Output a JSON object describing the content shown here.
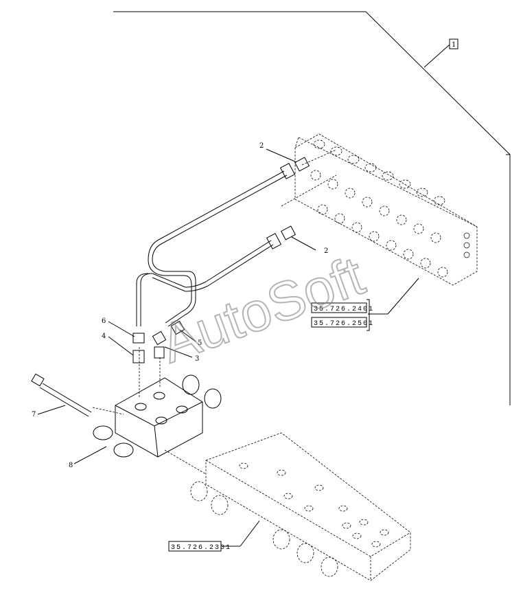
{
  "callouts": {
    "c1": "1",
    "c2a": "2",
    "c2b": "2",
    "c3": "3",
    "c4": "4",
    "c5": "5",
    "c6": "6",
    "c7": "7",
    "c8": "8"
  },
  "references": {
    "ref_top": "35.726.2401",
    "ref_mid": "35.726.2501",
    "ref_bottom": "35.726.2301"
  },
  "watermark": "AutoSoft"
}
